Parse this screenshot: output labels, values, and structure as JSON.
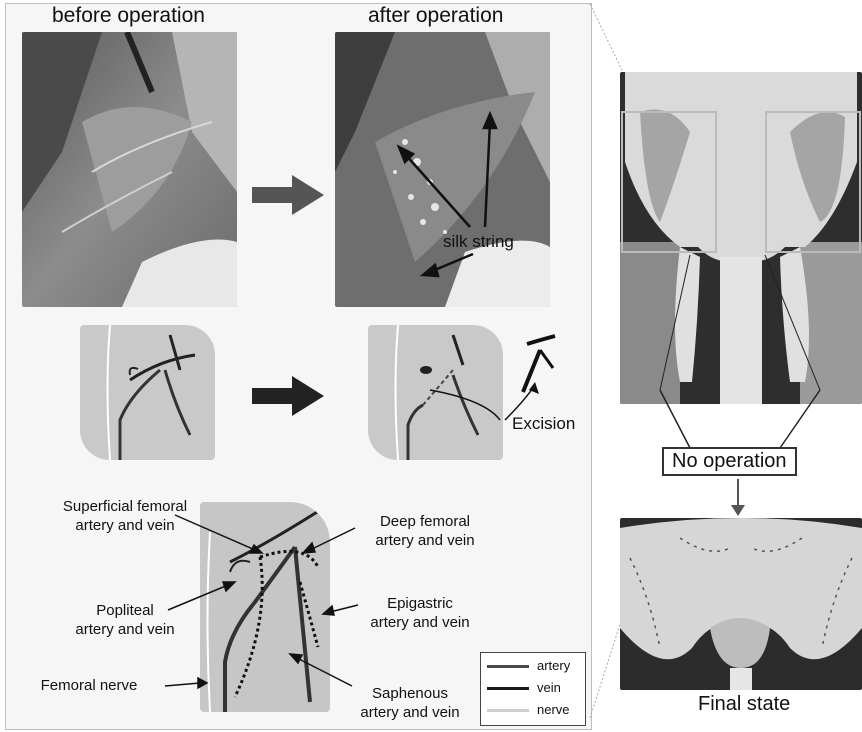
{
  "headings": {
    "before": "before operation",
    "after": "after operation"
  },
  "labels": {
    "silk_string": "silk string",
    "excision": "Excision",
    "no_operation": "No operation",
    "final_state": "Final state"
  },
  "anatomy": {
    "superficial_1": "Superficial femoral",
    "superficial_2": "artery and vein",
    "deep_1": "Deep femoral",
    "deep_2": "artery and vein",
    "popliteal_1": "Popliteal",
    "popliteal_2": "artery and vein",
    "epigastric_1": "Epigastric",
    "epigastric_2": "artery and vein",
    "femoral_nerve": "Femoral nerve",
    "saphenous_1": "Saphenous",
    "saphenous_2": "artery and vein"
  },
  "legend": {
    "items": [
      {
        "label": "artery",
        "color": "#4a4a4a"
      },
      {
        "label": "vein",
        "color": "#1a1a1a"
      },
      {
        "label": "nerve",
        "color": "#cfcfcf"
      }
    ]
  },
  "colors": {
    "arrow": "#444444",
    "photo_dark": "#3a3a3a",
    "photo_light": "#c8c8c8"
  }
}
